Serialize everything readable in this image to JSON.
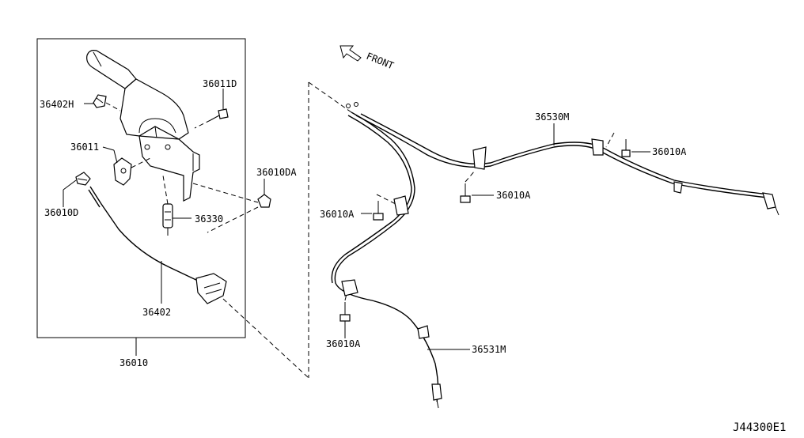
{
  "front_label": "FRONT",
  "diagram_code": "J44300E1",
  "labels": {
    "p36402H": "36402H",
    "p36011D": "36011D",
    "p36011": "36011",
    "p36010D": "36010D",
    "p36330": "36330",
    "p36402": "36402",
    "p36010": "36010",
    "p36010DA": "36010DA",
    "p36530M": "36530M",
    "p36010A_right": "36010A",
    "p36010A_mid": "36010A",
    "p36010A_left": "36010A",
    "p36010A_bottom": "36010A",
    "p36531M": "36531M"
  }
}
